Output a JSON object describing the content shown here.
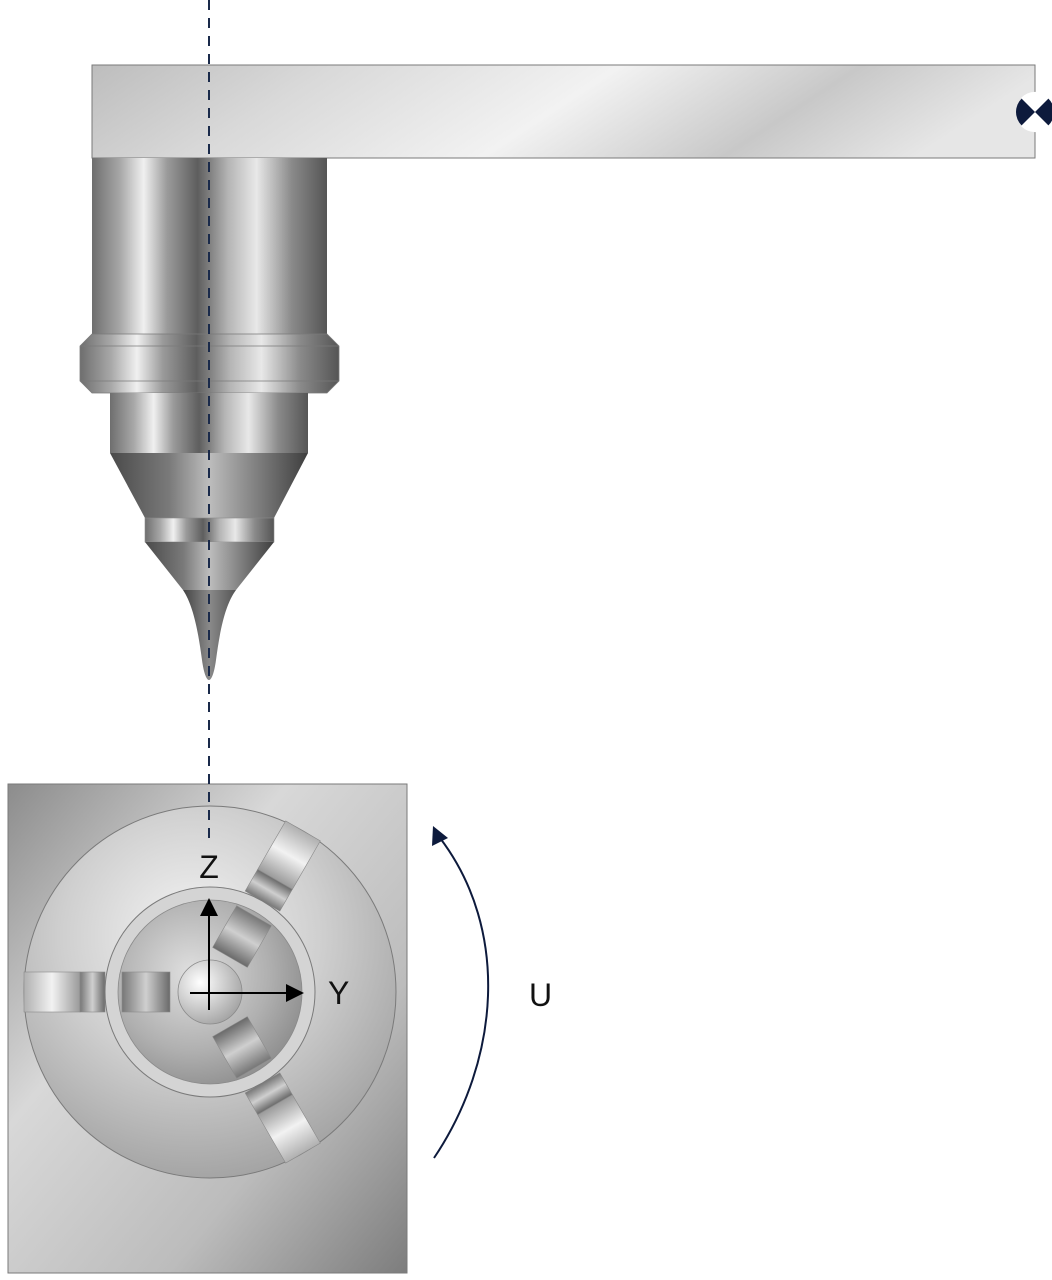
{
  "labels": {
    "axis_z": "Z",
    "axis_y": "Y",
    "rotation": "U"
  },
  "colors": {
    "outline": "#6a6a6a",
    "axis_line": "#1a2a4a",
    "arrow": "#0d1a3c",
    "text": "#111111",
    "sensor_fill": "#0d1a3c"
  },
  "icons": {
    "sensor_marker": "circle-x-icon"
  }
}
